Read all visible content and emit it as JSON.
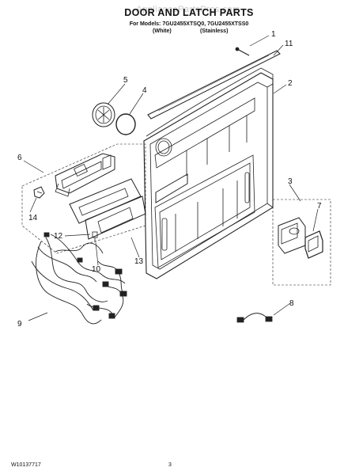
{
  "header": {
    "watermark": "AppliancePartsPros.com",
    "title": "DOOR AND LATCH PARTS",
    "models_line": "For Models: 7GU2455XTSQ0, 7GU2455XTSS0",
    "finish_white": "(White)",
    "finish_stainless": "(Stainless)"
  },
  "callouts": {
    "c1": "1",
    "c2": "2",
    "c3": "3",
    "c4": "4",
    "c5": "5",
    "c6": "6",
    "c7": "7",
    "c8": "8",
    "c9": "9",
    "c10": "10",
    "c11": "11",
    "c12": "12",
    "c13": "13",
    "c14": "14"
  },
  "footer": {
    "document_code": "W10137717",
    "page_number": "3"
  }
}
